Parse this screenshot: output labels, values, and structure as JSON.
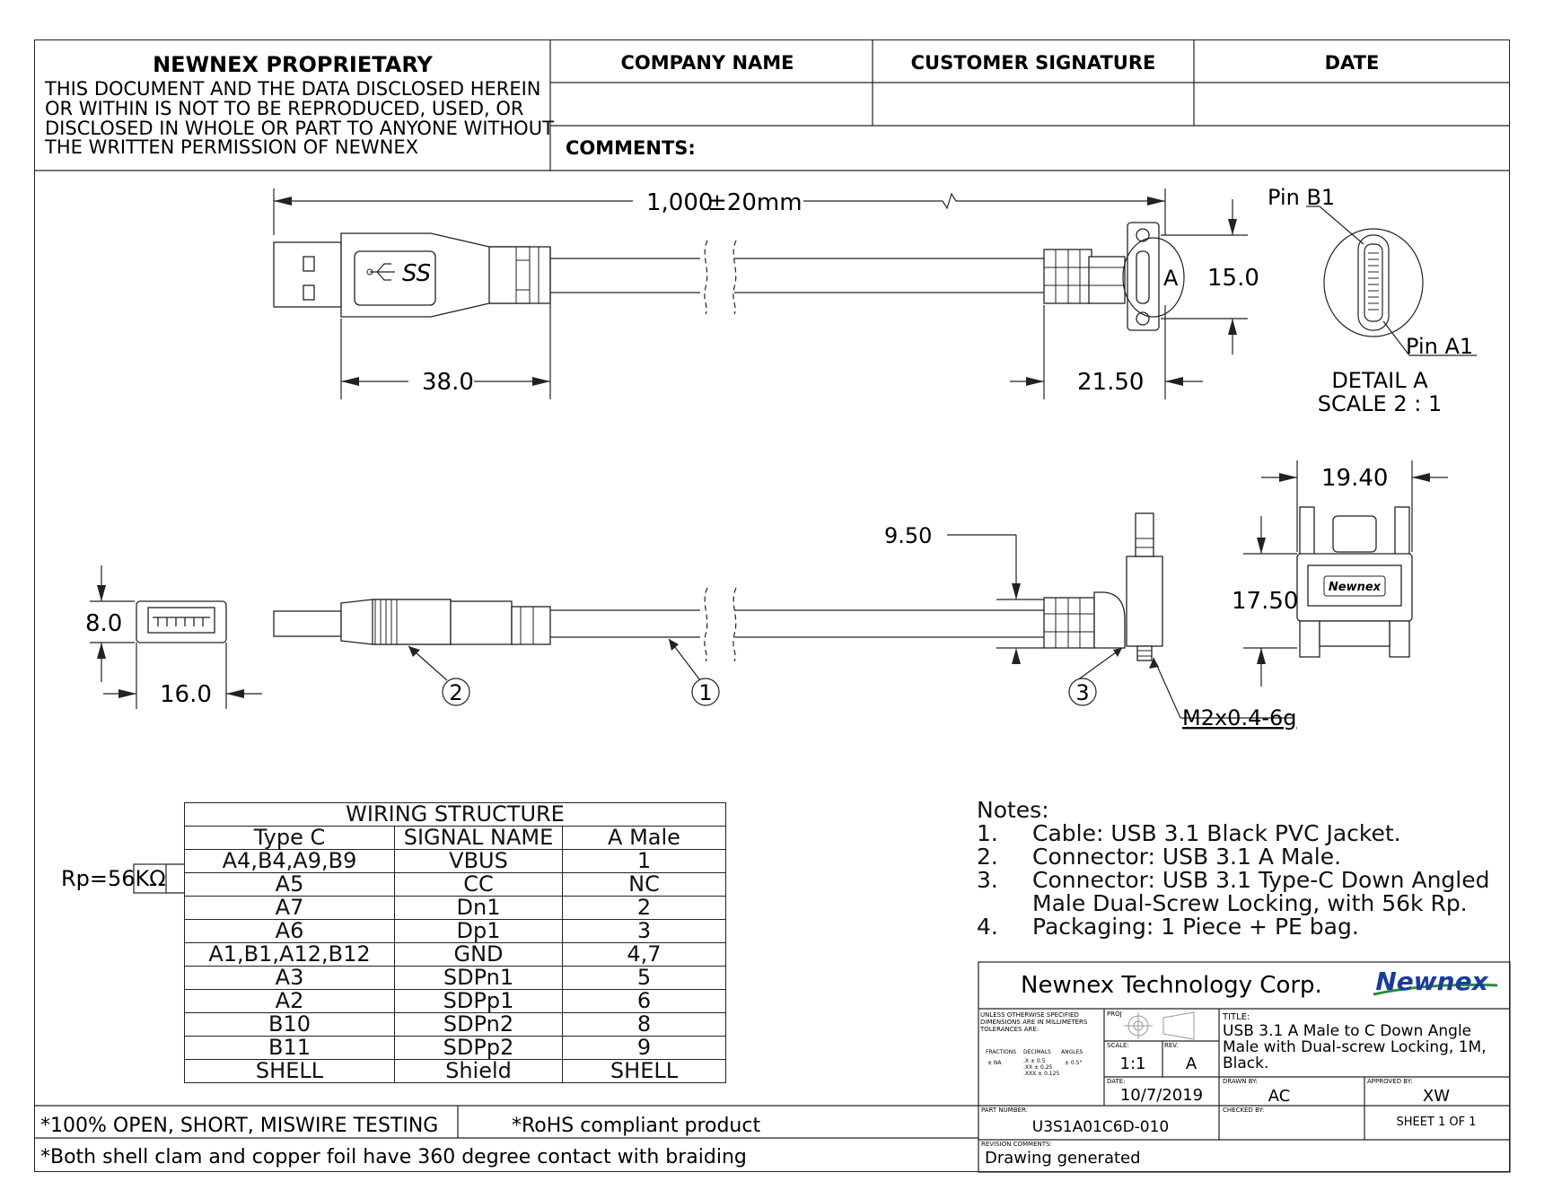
{
  "header": {
    "proprietary_title": "NEWNEX PROPRIETARY",
    "proprietary_lines": [
      "THIS DOCUMENT AND THE DATA DISCLOSED HEREIN",
      "OR WITHIN IS NOT TO BE REPRODUCED, USED, OR",
      "DISCLOSED IN WHOLE OR PART TO ANYONE WITHOUT",
      "THE WRITTEN PERMISSION OF NEWNEX"
    ],
    "company_name": "COMPANY NAME",
    "customer_signature": "CUSTOMER SIGNATURE",
    "date": "DATE",
    "comments": "COMMENTS:"
  },
  "dimensions": {
    "overall_length": "1,000",
    "overall_tol": "±20mm",
    "a_head_length": "38.0",
    "c_head_length": "21.50",
    "c_head_height": "15.0",
    "side_offset": "9.50",
    "a_port_height": "8.0",
    "a_port_width": "16.0",
    "end_width": "19.40",
    "end_height": "17.50",
    "screw": "M2x0.4-6g",
    "detail_marker": "A"
  },
  "detail": {
    "pin_b1": "Pin B1",
    "pin_a1": "Pin A1",
    "title": "DETAIL A",
    "scale": "SCALE 2 : 1"
  },
  "balloons": [
    "1",
    "2",
    "3"
  ],
  "logo": {
    "usb_mark": "SS",
    "newnex_stamp": "Newnex"
  },
  "wiring": {
    "title": "WIRING STRUCTURE",
    "headers": [
      "Type C",
      "SIGNAL NAME",
      "A Male"
    ],
    "rows": [
      [
        "A4,B4,A9,B9",
        "VBUS",
        "1"
      ],
      [
        "A5",
        "CC",
        "NC"
      ],
      [
        "A7",
        "Dn1",
        "2"
      ],
      [
        "A6",
        "Dp1",
        "3"
      ],
      [
        "A1,B1,A12,B12",
        "GND",
        "4,7"
      ],
      [
        "A3",
        "SDPn1",
        "5"
      ],
      [
        "A2",
        "SDPp1",
        "6"
      ],
      [
        "B10",
        "SDPn2",
        "8"
      ],
      [
        "B11",
        "SDPp2",
        "9"
      ],
      [
        "SHELL",
        "Shield",
        "SHELL"
      ]
    ],
    "rp_label": "Rp=56KΩ"
  },
  "notes": {
    "title": "Notes:",
    "items": [
      {
        "num": "1.",
        "lines": [
          "Cable: USB 3.1 Black PVC Jacket."
        ]
      },
      {
        "num": "2.",
        "lines": [
          "Connector: USB 3.1 A Male."
        ]
      },
      {
        "num": "3.",
        "lines": [
          "Connector: USB 3.1 Type-C Down Angled",
          "Male Dual-Screw Locking, with 56k Rp."
        ]
      },
      {
        "num": "4.",
        "lines": [
          "Packaging: 1 Piece + PE bag."
        ]
      }
    ]
  },
  "footer": {
    "testing": "*100% OPEN, SHORT, MISWIRE TESTING",
    "rohs": "*RoHS compliant product",
    "shell_note": "*Both shell clam and copper foil have 360 degree contact with braiding"
  },
  "title_block": {
    "company": "Newnex Technology Corp.",
    "logo": "Newnex",
    "accent_color": "#1a3d9c",
    "logo_swoosh_color": "#2e8b3a",
    "unless_lines": [
      "UNLESS OTHERWISE SPECIFIED",
      "DIMENSIONS ARE IN MILLIMETERS",
      "TOLERANCES ARE:"
    ],
    "tol_headers": [
      "FRACTIONS",
      "DECIMALS",
      "ANGLES"
    ],
    "tol_fraction": "± NA",
    "tol_decimals": [
      ".X ± 0.5",
      ".XX ± 0.25",
      ".XXX ± 0.125"
    ],
    "tol_angle": "± 0.5°",
    "proj_label": "PROJ",
    "scale_label": "SCALE:",
    "scale": "1:1",
    "rev_label": "REV.",
    "rev": "A",
    "date_label": "DATE:",
    "date": "10/7/2019",
    "title_label": "TITLE:",
    "title_lines": [
      "USB 3.1 A Male to C Down Angle",
      "Male with Dual-screw Locking, 1M,",
      "Black."
    ],
    "drawn_by_label": "DRAWN BY:",
    "drawn_by": "AC",
    "approved_by_label": "APPROVED BY:",
    "approved_by": "XW",
    "part_number_label": "PART NUMBER:",
    "part_number": "U3S1A01C6D-010",
    "checked_by_label": "CHECKED BY:",
    "sheet": "SHEET  1 OF 1",
    "revision_comments_label": "REVISION COMMENTS:",
    "revision_comments": "Drawing generated"
  }
}
